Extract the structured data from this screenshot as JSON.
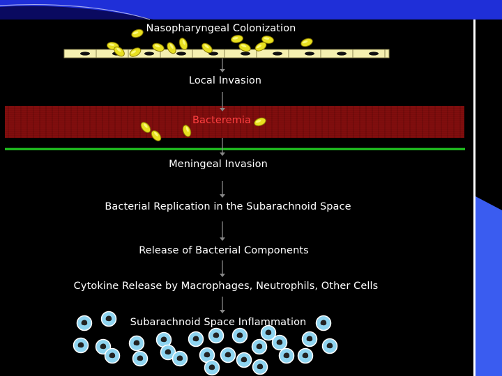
{
  "diagram": {
    "steps": [
      {
        "id": "nasopharyngeal",
        "label": "Nasopharyngeal Colonization"
      },
      {
        "id": "local",
        "label": "Local Invasion"
      },
      {
        "id": "bacteremia",
        "label": "Bacteremia"
      },
      {
        "id": "meningeal",
        "label": "Meningeal Invasion"
      },
      {
        "id": "replication",
        "label": "Bacterial Replication in the Subarachnoid Space"
      },
      {
        "id": "release",
        "label": "Release of Bacterial Components"
      },
      {
        "id": "cytokine",
        "label": "Cytokine Release by Macrophages, Neutrophils, Other Cells"
      },
      {
        "id": "inflammation",
        "label": "Subarachnoid Space Inflammation"
      }
    ]
  },
  "colors": {
    "background": "#000000",
    "header_blue": "#1f2fd8",
    "step_text": "#ffffff",
    "bacteremia_text": "#ff4040",
    "blood_band": "#7a0c0c",
    "barrier_line": "#22cc22",
    "bacteria": "#e8e020",
    "epithelium": "#f5f0b0",
    "leukocyte": "#8ed4f0"
  }
}
